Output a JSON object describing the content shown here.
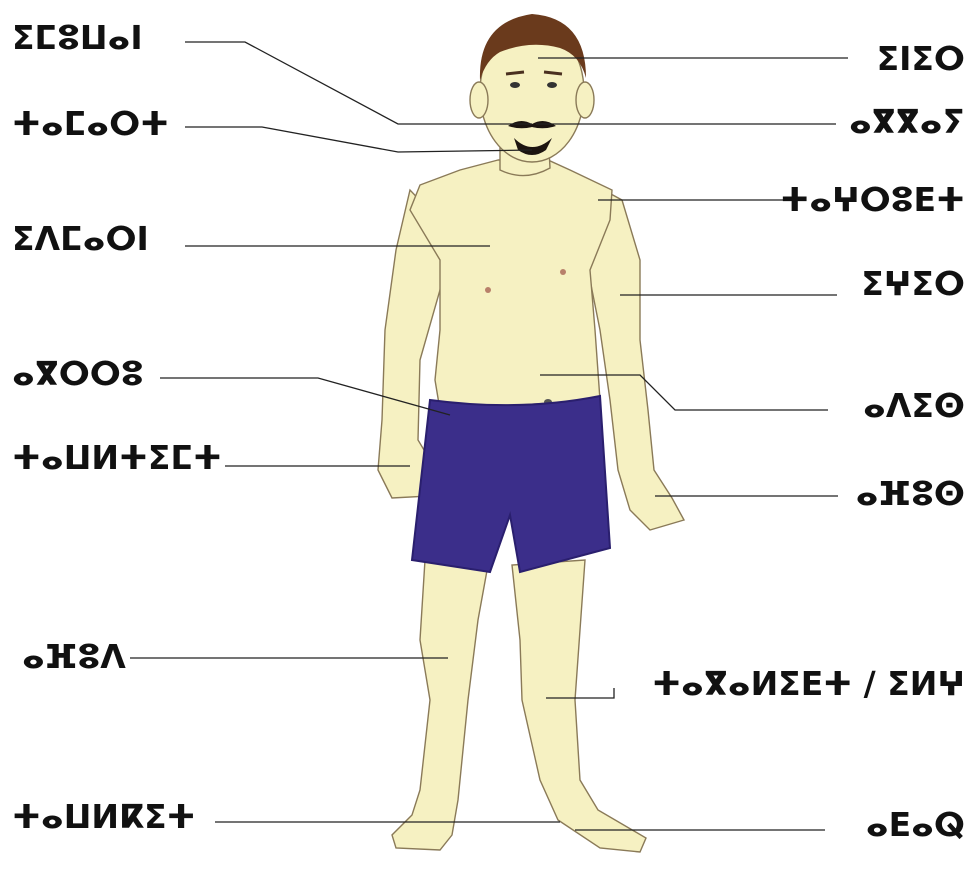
{
  "colors": {
    "skin": "#f6f1c2",
    "skin_shade": "#e6ddaa",
    "outline": "#8a7a58",
    "hair": "#6a3a1c",
    "shorts": "#3b2e8a",
    "shorts_shade": "#2a1f6e",
    "text": "#111111",
    "leader": "#222222"
  },
  "labels": {
    "left": [
      {
        "key": "mustache",
        "text": "ⵉⵎⵓⵡⴰⵏ"
      },
      {
        "key": "beard",
        "text": "ⵜⴰⵎⴰⵔⵜ"
      },
      {
        "key": "chest",
        "text": "ⵉⴷⵎⴰⵔⵏ"
      },
      {
        "key": "waist",
        "text": "ⴰⴳⵔⵔⵓ"
      },
      {
        "key": "fist",
        "text": "ⵜⴰⵡⵍⵜⵉⵎⵜ"
      },
      {
        "key": "knee",
        "text": "ⴰⴼⵓⴷ"
      },
      {
        "key": "ankle",
        "text": "ⵜⴰⵡⵍⴽⵉⵜ"
      }
    ],
    "right": [
      {
        "key": "hair",
        "text": "ⵉⵏⵉⵔ"
      },
      {
        "key": "mouth",
        "text": "ⴰⴳⴳⴰⵢ"
      },
      {
        "key": "shoulder",
        "text": "ⵜⴰⵖⵔⵓⴹⵜ"
      },
      {
        "key": "arm",
        "text": "ⵉⵖⵉⵔ"
      },
      {
        "key": "belly",
        "text": "ⴰⴷⵉⵙ"
      },
      {
        "key": "hand",
        "text": "ⴰⴼⵓⵙ"
      },
      {
        "key": "shin",
        "text": "ⵜⴰⴳⴰⵍⵉⴹⵜ / ⵉⵍⵖ"
      },
      {
        "key": "foot",
        "text": "ⴰⴹⴰⵕ"
      }
    ]
  }
}
